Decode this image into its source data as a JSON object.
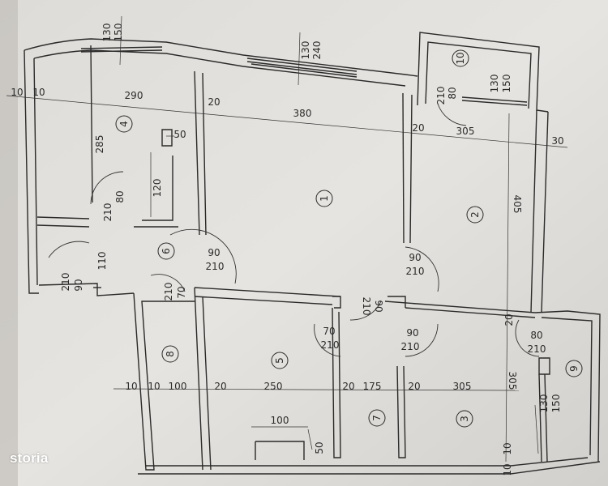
{
  "watermark": "storia",
  "rooms": [
    "1",
    "2",
    "3",
    "4",
    "5",
    "6",
    "7",
    "8",
    "9",
    "10"
  ],
  "dimensions": {
    "top_150": "150",
    "top_130": "130",
    "mid_240": "240",
    "mid_130": "130",
    "r10_150": "150",
    "r10_130": "130",
    "r10_80": "80",
    "r10_210": "210",
    "left_10a": "10",
    "left_10b": "10",
    "w290": "290",
    "w20a": "20",
    "w380": "380",
    "w20b": "20",
    "w305top": "305",
    "w30": "30",
    "h285": "285",
    "w50": "50",
    "h120": "120",
    "d80": "80",
    "d210a": "210",
    "h405": "405",
    "h110": "110",
    "d90left": "90",
    "d210left": "210",
    "d90_6": "90",
    "d210_6": "210",
    "d90_2": "90",
    "d210_2": "210",
    "d70_8": "70",
    "d210_8": "210",
    "d90_c": "90",
    "d210_c": "210",
    "d70_5": "70",
    "d210_5": "210",
    "d90_3": "90",
    "d210_3": "210",
    "d80_9": "80",
    "d210_9": "210",
    "w20c": "20",
    "h305": "305",
    "b10a": "10",
    "b10b": "10",
    "b100": "100",
    "b20a": "20",
    "b250": "250",
    "b20b": "20",
    "b175": "175",
    "b20c": "20",
    "b305": "305",
    "w150_9": "150",
    "w130_9": "130",
    "w100_5": "100",
    "w50_5": "50",
    "b10c": "10",
    "b10d": "10"
  }
}
